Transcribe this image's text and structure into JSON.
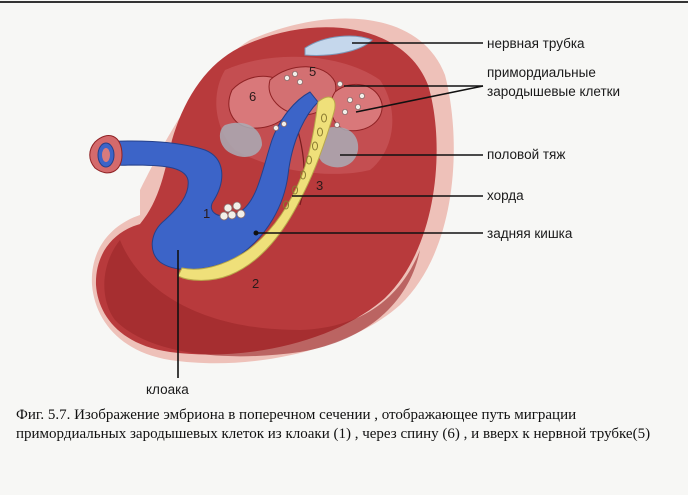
{
  "labels": {
    "neural_tube": "нервная трубка",
    "primordial_1": "примордиальные",
    "primordial_2": "зародышевые клетки",
    "genital_cord": "половой тяж",
    "notochord": "хорда",
    "hindgut": "задняя кишка",
    "cloaca": "клоака"
  },
  "numbers": {
    "n1": "1",
    "n2": "2",
    "n3": "3",
    "n5": "5",
    "n6": "6"
  },
  "caption": "Фиг. 5.7. Изображение эмбриона в поперечном сечении , отображающее путь миграции примордиальных зародышевых клеток из клоаки (1) , через спину (6) , и вверх к нервной трубке(5)",
  "colors": {
    "tissue": "#b83a3c",
    "tissue_dark": "#8f2224",
    "tissue_light": "#e9b8b0",
    "gut": "#3c64c8",
    "notochord": "#efe07a",
    "grey": "#a9adb6",
    "neural_tube": "#c5d7ec"
  }
}
